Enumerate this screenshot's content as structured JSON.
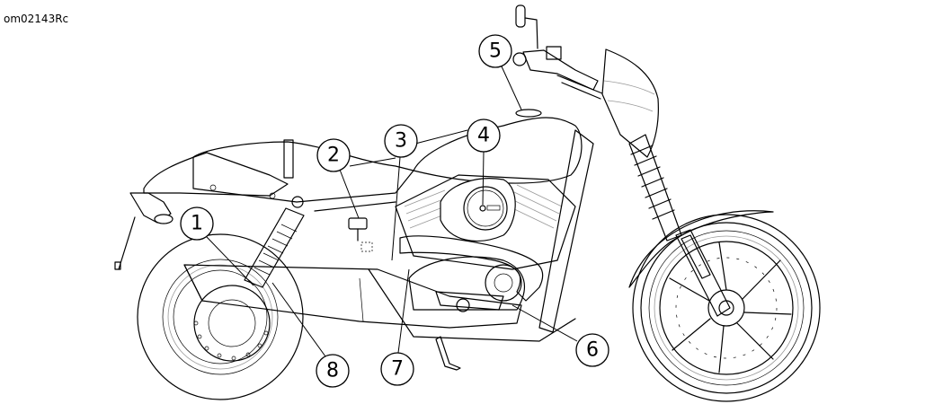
{
  "figure": {
    "id_label": "om02143Rc",
    "subject": "motorcycle-left-side-view",
    "style": "black line art on white"
  },
  "callouts": [
    {
      "number": "1",
      "target": "rear-shock-lower-mount"
    },
    {
      "number": "2",
      "target": "component-under-seat"
    },
    {
      "number": "3",
      "target": "frame-component"
    },
    {
      "number": "4",
      "target": "air-cleaner-cover"
    },
    {
      "number": "5",
      "target": "fuel-tank-cap"
    },
    {
      "number": "6",
      "target": "exhaust-lower"
    },
    {
      "number": "7",
      "target": "engine-lower-component"
    },
    {
      "number": "8",
      "target": "rear-swingarm-component"
    }
  ],
  "colors": {
    "line": "#000000",
    "background": "#ffffff"
  }
}
